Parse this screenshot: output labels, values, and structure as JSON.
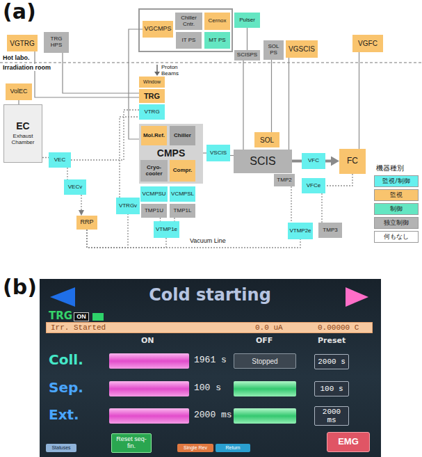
{
  "diagram": {
    "nodes": [
      {
        "text": [
          "VGTRG"
        ]
      },
      {
        "text": [
          "TRG HPS"
        ]
      },
      {
        "text": [
          "VGCMPS"
        ]
      },
      {
        "text": [
          "Chiller Cntr."
        ]
      },
      {
        "text": [
          "Cernox"
        ]
      },
      {
        "text": [
          "IT PS"
        ]
      },
      {
        "text": [
          "MT PS"
        ]
      },
      {
        "text": [
          "Pulser"
        ]
      },
      {
        "text": [
          "SOL PS"
        ]
      },
      {
        "text": [
          "VGSCIS"
        ]
      },
      {
        "text": [
          "VGFC"
        ]
      },
      {
        "text": [
          "SCISPS"
        ]
      },
      {
        "text": [
          "Window"
        ]
      },
      {
        "text": [
          "TRG"
        ]
      },
      {
        "text": [
          "VTRG"
        ]
      },
      {
        "text": [
          "VolEC"
        ]
      },
      {
        "text": [
          "EC",
          "Exhaust Chamber"
        ]
      },
      {
        "text": [
          "CMPS"
        ]
      },
      {
        "text": [
          "Mol.Ref."
        ],
        "in": 17
      },
      {
        "text": [
          "Chiller"
        ],
        "in": 17
      },
      {
        "text": [
          "Cryo-cooler"
        ],
        "in": 17
      },
      {
        "text": [
          "Compr."
        ],
        "in": 17
      },
      {
        "text": [
          "VSCIS"
        ]
      },
      {
        "text": [
          "SOL"
        ]
      },
      {
        "text": [
          "SCIS"
        ]
      },
      {
        "text": [
          "VFC"
        ]
      },
      {
        "text": [
          "FC"
        ]
      },
      {
        "text": [
          "TMP2"
        ]
      },
      {
        "text": [
          "VFCe"
        ]
      },
      {
        "text": [
          "VEC"
        ]
      },
      {
        "text": [
          "VECv"
        ]
      },
      {
        "text": [
          "VTRGv"
        ]
      },
      {
        "text": [
          "VCMPSU"
        ]
      },
      {
        "text": [
          "VCMPSL"
        ]
      },
      {
        "text": [
          "TMP1U"
        ]
      },
      {
        "text": [
          "TMP1L"
        ]
      },
      {
        "text": [
          "RRP"
        ]
      },
      {
        "text": [
          "VTMP1e"
        ]
      },
      {
        "text": [
          "VTMP2e"
        ]
      },
      {
        "text": [
          "TMP3"
        ]
      },
      {
        "text": [
          "ON"
        ]
      },
      {
        "text": [
          "Irr. Started",
          "0.0 uA",
          "0.00000 C"
        ]
      },
      {
        "text": [
          "Stopped"
        ]
      },
      {
        "text": [
          "2000 s"
        ]
      },
      {
        "text": [
          "100 s"
        ]
      },
      {
        "text": [
          "2000 ms"
        ]
      },
      {
        "text": [
          "Statuses"
        ]
      },
      {
        "text": [
          "Reset seq-fin."
        ]
      },
      {
        "text": [
          "Single Rev"
        ]
      },
      {
        "text": [
          "Return"
        ]
      },
      {
        "text": [
          "EMG"
        ]
      }
    ],
    "edges": [
      {
        "from": 0,
        "to": 13,
        "arrow": "none"
      },
      {
        "from": 1,
        "to": 13,
        "arrow": "none"
      },
      {
        "from": 2,
        "to": 17,
        "arrow": "none"
      },
      {
        "from": 7,
        "to": 11,
        "arrow": "none"
      },
      {
        "from": 11,
        "to": 24,
        "arrow": "none"
      },
      {
        "from": 8,
        "to": 23,
        "arrow": "none"
      },
      {
        "from": 9,
        "to": 24,
        "arrow": "none"
      },
      {
        "from": 10,
        "to": 26,
        "arrow": "none"
      },
      {
        "from": 15,
        "to": 16,
        "arrow": "none"
      },
      {
        "from": 17,
        "to": 22,
        "arrow": "none"
      },
      {
        "from": 22,
        "to": 24,
        "arrow": "none"
      },
      {
        "from": 24,
        "to": 25,
        "arrow": "none"
      },
      {
        "from": 25,
        "to": 26,
        "arrow": "to"
      },
      {
        "from": 16,
        "to": 29,
        "arrow": "none"
      },
      {
        "from": 29,
        "to": 14,
        "arrow": "none"
      },
      {
        "from": 29,
        "to": 30,
        "arrow": "none"
      },
      {
        "from": 30,
        "to": 36,
        "arrow": "to"
      },
      {
        "from": 31,
        "to": 14,
        "arrow": "none"
      },
      {
        "from": 36,
        "to": 31,
        "arrow": "none"
      },
      {
        "from": 36,
        "to": 37,
        "arrow": "none"
      },
      {
        "from": 36,
        "to": 38,
        "arrow": "none"
      },
      {
        "from": 34,
        "to": 37,
        "arrow": "none"
      },
      {
        "from": 35,
        "to": 37,
        "arrow": "none"
      },
      {
        "from": 27,
        "to": 38,
        "arrow": "none"
      },
      {
        "from": 26,
        "to": 28,
        "arrow": "none"
      },
      {
        "from": 28,
        "to": 39,
        "arrow": "none"
      }
    ],
    "labels": [
      "(a)",
      "Hot labo.",
      "Irradiation room",
      "Proton Beams",
      "Vacuum Line",
      "機器種別",
      "(b)",
      "Cold starting",
      "TRG",
      "ON",
      "OFF",
      "Preset",
      "Coll.",
      "1961 s",
      "Sep.",
      "100 s",
      "Ext.",
      "2000 ms"
    ],
    "legend": [
      {
        "text": "監視/制御",
        "color": "#66f0ee"
      },
      {
        "text": "監視",
        "color": "#f9c46e"
      },
      {
        "text": "制御",
        "color": "#64e6c2"
      },
      {
        "text": "独立制御",
        "color": "#b3b3b3"
      },
      {
        "text": "何もなし",
        "color": "#ffffff"
      }
    ]
  }
}
